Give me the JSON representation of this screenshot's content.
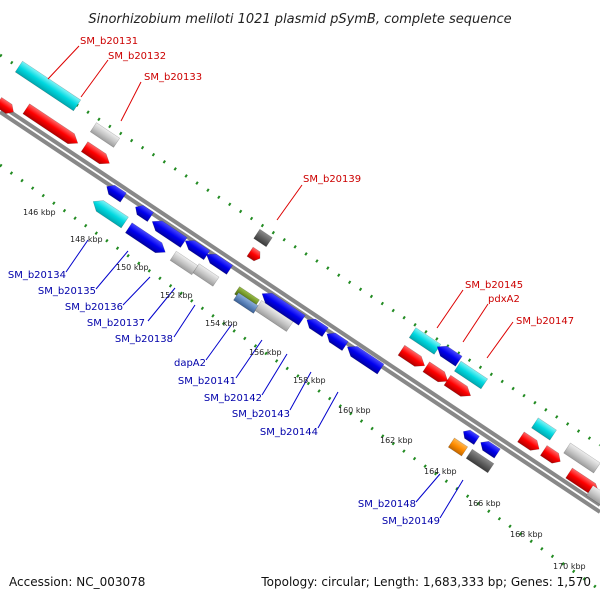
{
  "title": "Sinorhizobium meliloti 1021 plasmid pSymB, complete sequence",
  "footer": {
    "accession": "Accession: NC_003078",
    "topology": "Topology: circular; Length: 1,683,333 bp; Genes: 1,570"
  },
  "colors": {
    "forward_cds": "#ff0000",
    "reverse_cds": "#0000ee",
    "rna_like": "#00d8e0",
    "pseudo": "#c8c8c8",
    "dark_feature": "#606060",
    "orange_feature": "#ff8c00",
    "olive_feature": "#6b8e23",
    "backbone": "#888888",
    "dotted_track": "#228b22",
    "forward_label": "#cc0000",
    "reverse_label": "#0000aa"
  },
  "kbp_ticks": [
    {
      "label": "146 kbp"
    },
    {
      "label": "148 kbp"
    },
    {
      "label": "150 kbp"
    },
    {
      "label": "152 kbp"
    },
    {
      "label": "154 kbp"
    },
    {
      "label": "156 kbp"
    },
    {
      "label": "158 kbp"
    },
    {
      "label": "160 kbp"
    },
    {
      "label": "162 kbp"
    },
    {
      "label": "164 kbp"
    },
    {
      "label": "166 kbp"
    },
    {
      "label": "168 kbp"
    },
    {
      "label": "170 kbp"
    }
  ],
  "forward_labels": [
    {
      "text": "SM_b20131"
    },
    {
      "text": "SM_b20132"
    },
    {
      "text": "SM_b20133"
    },
    {
      "text": "SM_b20139"
    },
    {
      "text": "SM_b20145"
    },
    {
      "text": "pdxA2"
    },
    {
      "text": "SM_b20147"
    }
  ],
  "reverse_labels": [
    {
      "text": "SM_b20134"
    },
    {
      "text": "SM_b20135"
    },
    {
      "text": "SM_b20136"
    },
    {
      "text": "SM_b20137"
    },
    {
      "text": "SM_b20138"
    },
    {
      "text": "dapA2"
    },
    {
      "text": "SM_b20141"
    },
    {
      "text": "SM_b20142"
    },
    {
      "text": "SM_b20143"
    },
    {
      "text": "SM_b20144"
    },
    {
      "text": "SM_b20148"
    },
    {
      "text": "SM_b20149"
    }
  ]
}
